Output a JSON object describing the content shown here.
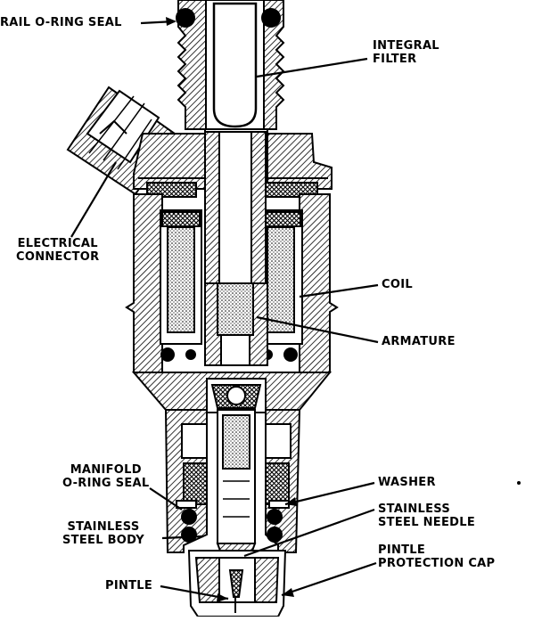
{
  "labels": {
    "rail_oring_seal": "RAIL O-RING SEAL",
    "integral_filter": [
      "INTEGRAL",
      "FILTER"
    ],
    "electrical_connector": [
      "ELECTRICAL",
      "CONNECTOR"
    ],
    "coil": "COIL",
    "armature": "ARMATURE",
    "manifold_oring_seal": [
      "MANIFOLD",
      "O-RING SEAL"
    ],
    "washer": "WASHER",
    "stainless_steel_needle": [
      "STAINLESS",
      "STEEL NEEDLE"
    ],
    "stainless_steel_body": [
      "STAINLESS",
      "STEEL BODY"
    ],
    "pintle_protection_cap": [
      "PINTLE",
      "PROTECTION CAP"
    ],
    "pintle": "PINTLE"
  },
  "colors": {
    "ink": "#000000",
    "paper": "#ffffff"
  }
}
